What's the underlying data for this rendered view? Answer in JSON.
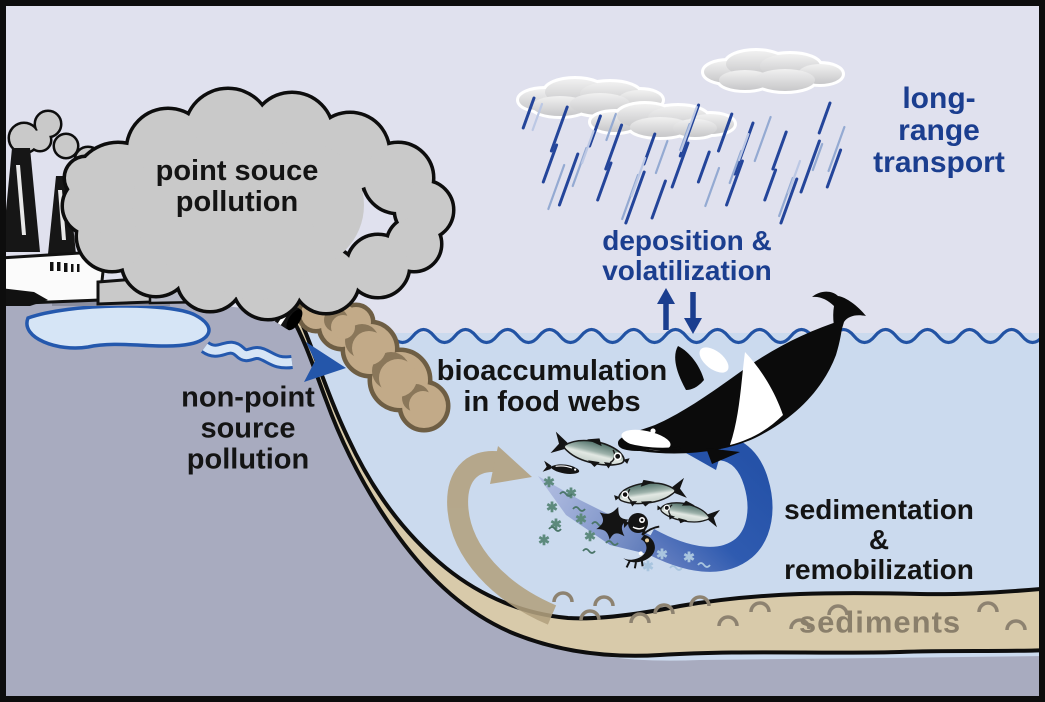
{
  "diagram": {
    "type": "environmental-pollution-pathways",
    "labels": {
      "point_source": "point souce\npollution",
      "long_range": "long-range\ntransport",
      "deposition": "deposition &\nvolatilization",
      "bioaccumulation": "bioaccumulation\nin food webs",
      "non_point_source": "non-point\nsource\npollution",
      "sedimentation": "sedimentation &\nremobilization",
      "sediments": "sediments"
    },
    "icons": {
      "plankton": "✱"
    },
    "colors": {
      "sky": "#e0e1ee",
      "water": "#cbdaee",
      "land": "#a8abbf",
      "seabed_tan": "#d8caaa",
      "navy_text": "#1b3e8f",
      "black_text": "#141414",
      "sediments_text": "#8a7f6b",
      "waterline_blue": "#2253a4",
      "river_blue": "#2458ad",
      "arrow_blue": "#2552a8",
      "sludge_fill": "#c2aa88",
      "sludge_outline": "#6e5e44",
      "smoke_cloud": "#c9c9c9",
      "tan_arrow": "#b2a07e",
      "plankton_green": "#5d8a7d"
    }
  }
}
